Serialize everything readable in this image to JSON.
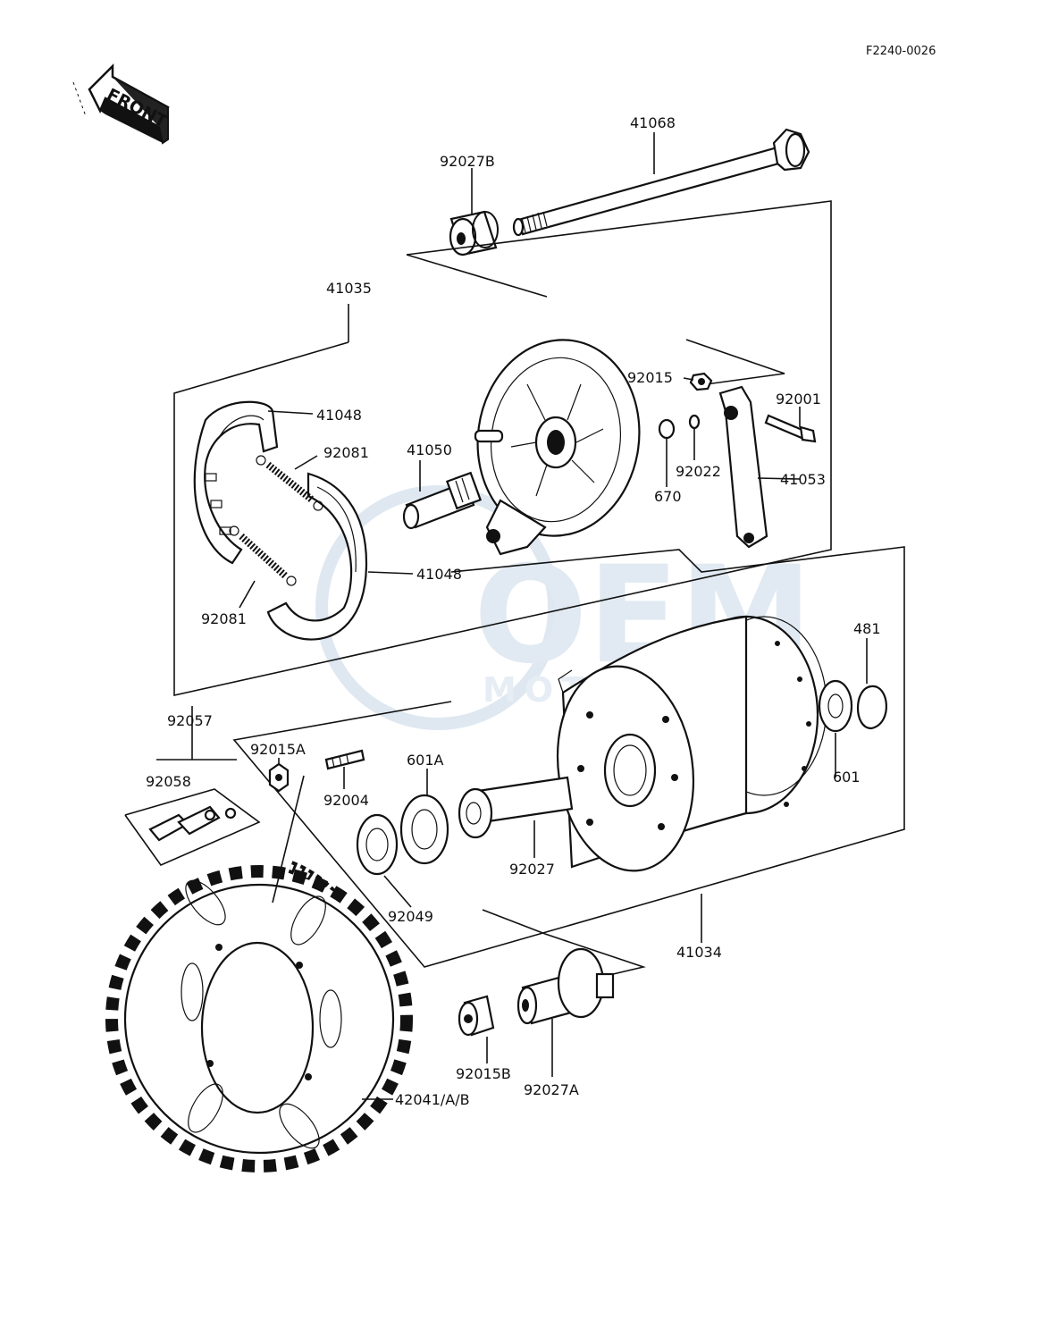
{
  "drawing_code": "F2240-0026",
  "front_label": "FRONT",
  "watermark": {
    "brand": "OEM",
    "sub": "MOTORPARTS",
    "color": "#b8cde0"
  },
  "labels": {
    "p41068": "41068",
    "p92027B": "92027B",
    "p41035": "41035",
    "p41048_top": "41048",
    "p92081_top": "92081",
    "p41050": "41050",
    "p92015": "92015",
    "p92001": "92001",
    "p670": "670",
    "p92022": "92022",
    "p41053": "41053",
    "p41048_bot": "41048",
    "p92081_bot": "92081",
    "p481": "481",
    "p92057": "92057",
    "p92015A": "92015A",
    "p601A": "601A",
    "p601": "601",
    "p92058": "92058",
    "p92004": "92004",
    "p92027": "92027",
    "p92049": "92049",
    "p41034": "41034",
    "p92015B": "92015B",
    "p92027A": "92027A",
    "p42041": "42041/A/B"
  }
}
